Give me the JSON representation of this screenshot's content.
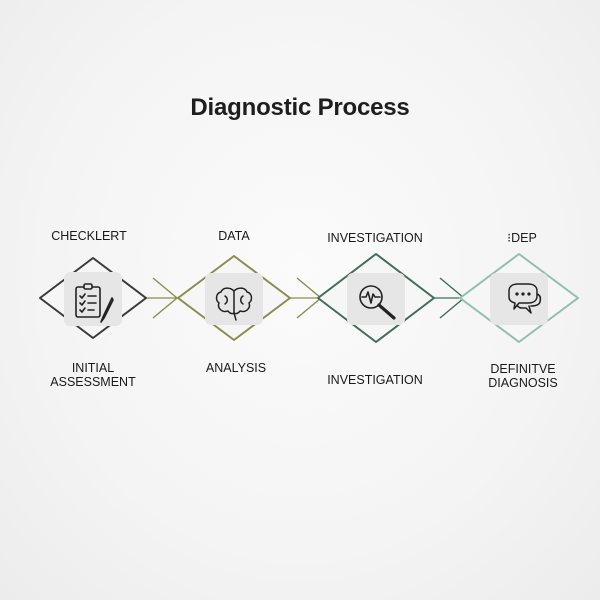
{
  "title": "Diagnostic Process",
  "colors": {
    "step1": "#3a3a3a",
    "step2": "#8a8d4c",
    "step3": "#3e6e58",
    "step4": "#8fbfaf",
    "inner_fill": "#e6e6e6"
  },
  "steps": [
    {
      "top_label": "CHECKLERT",
      "bottom_label": [
        "INITIAL",
        "ASSESSMENT"
      ],
      "icon": "clipboard-checklist-icon"
    },
    {
      "top_label": "DATA",
      "bottom_label": [
        "ANALYSIS"
      ],
      "icon": "brain-icon"
    },
    {
      "top_label": "INVESTIGATION",
      "bottom_label": [
        "INVESTIGATION"
      ],
      "icon": "magnifier-heartbeat-icon"
    },
    {
      "top_label": "⁝DEP",
      "bottom_label": [
        "DEFINITVE",
        "DIAGNOSIS"
      ],
      "icon": "chat-bubbles-icon"
    }
  ]
}
